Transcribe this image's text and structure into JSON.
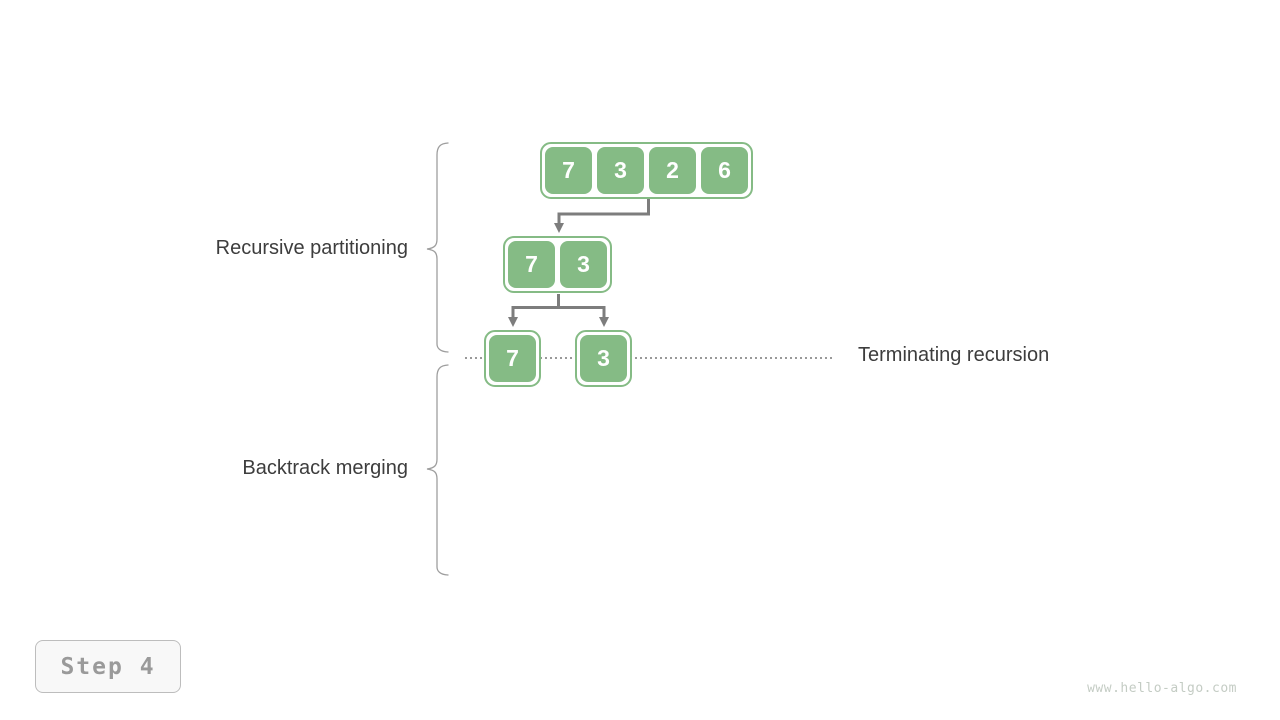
{
  "diagram": {
    "title_context": "merge sort recursion diagram",
    "arrays": {
      "level1": {
        "values": [
          7,
          3,
          2,
          6
        ]
      },
      "level2": {
        "values": [
          7,
          3
        ]
      },
      "level3_left": {
        "values": [
          7
        ]
      },
      "level3_right": {
        "values": [
          3
        ]
      }
    },
    "labels": {
      "recursive_partitioning": "Recursive partitioning",
      "backtrack_merging": "Backtrack merging",
      "terminating_recursion": "Terminating recursion"
    }
  },
  "colors": {
    "box_green": "#85bb85",
    "arrow_gray": "#7d7d7d",
    "dotted_line_gray": "#999999",
    "brace_gray": "#9e9e9e",
    "label_text": "#3d3d3d",
    "step_text": "#9a9a9a",
    "watermark_text": "#c4ccc4"
  },
  "footer": {
    "step_label": "Step 4",
    "watermark": "www.hello-algo.com"
  }
}
